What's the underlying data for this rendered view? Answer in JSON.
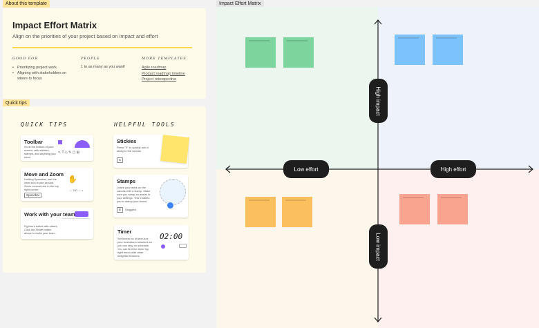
{
  "about_tag": "About this template",
  "about": {
    "title": "Impact Effort Matrix",
    "subtitle": "Align on the priorities of your project based on impact and effort",
    "good_for_head": "GOOD FOR",
    "good_for": [
      "Prioritizing project work",
      "Aligning with stakeholders on where to focus"
    ],
    "people_head": "PEOPLE",
    "people": "1 to as many as you want!",
    "more_head": "MORE TEMPLATES",
    "more": [
      "Agile roadmap",
      "Product roadmap timeline",
      "Project retrospective"
    ]
  },
  "tips_tag": "Quick tips",
  "tips": {
    "quick_head": "QUICK TIPS",
    "tools_head": "HELPFUL TOOLS",
    "toolbar_title": "Toolbar",
    "toolbar_text": "It's at the bottom of your screen, with stickies, stamps, and anything you need",
    "move_title": "Move and Zoom",
    "move_text": "Holding Spacebar, use the hand tool to pan around. Zoom controls are in the top right corner.",
    "move_key": "Spacebar",
    "team_title": "Work with your team",
    "team_text": "FigJam's better with others. Click the Share button above to invite your team.",
    "stickies_title": "Stickies",
    "stickies_text": "Press \"S\" to quickly add a sticky to the canvas",
    "stickies_key": "S",
    "stamps_title": "Stamps",
    "stamps_text": "Leave your mark on the canvas with a stamp. Make sure you setup an avatar in your settings. This enables you to stamp your board",
    "stamps_key": "E",
    "stamps_key_label": "Stoggled",
    "timer_title": "Timer",
    "timer_text": "Set timers for hi time-box your brainstorm sessions so you can stay on schedule. You can find the timer top right menu with other delightful features.",
    "timer_value": "02:00"
  },
  "matrix_tag": "Impact Effort Matrix",
  "matrix": {
    "high_impact": "High impact",
    "low_impact": "Low impact",
    "low_effort": "Low effort",
    "high_effort": "High effort",
    "colors": {
      "q_high_low": "#eaf6ee",
      "q_high_high": "#eef3fb",
      "q_low_low": "#fdf6ea",
      "q_low_high": "#fdf0ee",
      "green_sticky": "#7dd49d",
      "blue_sticky": "#7cc3fb",
      "orange_sticky": "#fbbf5e",
      "red_sticky": "#f9a48f"
    }
  }
}
